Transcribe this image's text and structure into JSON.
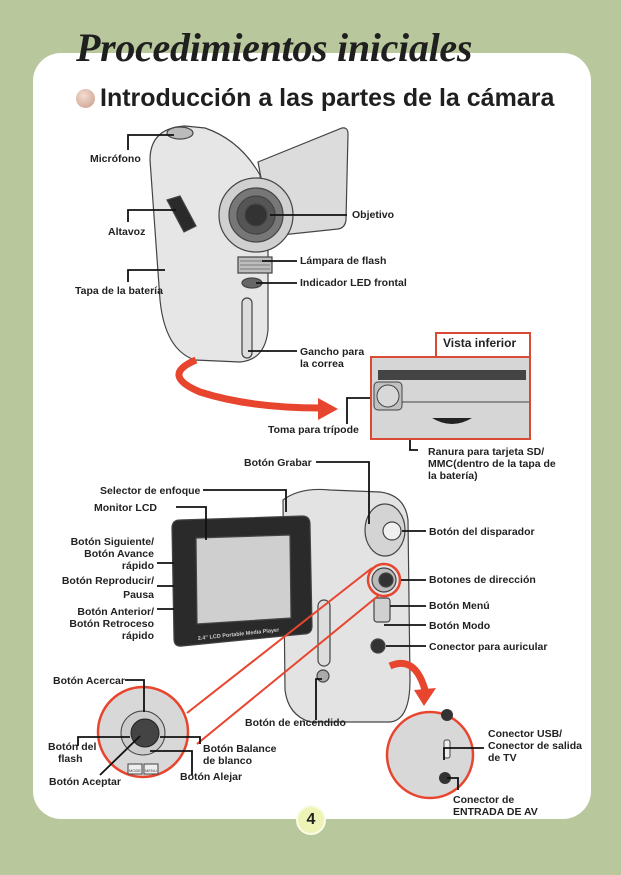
{
  "page": {
    "title": "Procedimientos iniciales",
    "section_title": "Introducción a las partes de la cámara",
    "page_number": "4"
  },
  "colors": {
    "background": "#b8c79c",
    "panel": "#ffffff",
    "accent_red": "#e8452e",
    "text": "#222222",
    "page_badge": "#eef4b6"
  },
  "top_view": {
    "labels": {
      "microfono": "Micrófono",
      "altavoz": "Altavoz",
      "tapa_bateria": "Tapa de la batería",
      "objetivo": "Objetivo",
      "lampara_flash": "Lámpara de flash",
      "led_frontal": "Indicador LED frontal",
      "gancho_1": "Gancho para",
      "gancho_2": "la correa",
      "tripode": "Toma para trípode",
      "ranura_1": "Ranura para tarjeta SD/",
      "ranura_2": "MMC(dentro de la tapa de",
      "ranura_3": "la batería)"
    },
    "vista_inferior": "Vista inferior"
  },
  "side_view": {
    "labels": {
      "grabar": "Botón Grabar",
      "enfoque": "Selector de enfoque",
      "lcd": "Monitor LCD",
      "siguiente_1": "Botón Siguiente/",
      "siguiente_2": "Botón Avance",
      "siguiente_3": "rápido",
      "reproducir_1": "Botón Reproducir/",
      "reproducir_2": "Pausa",
      "anterior_1": "Botón Anterior/",
      "anterior_2": "Botón Retroceso",
      "anterior_3": "rápido",
      "disparador": "Botón del disparador",
      "direccion": "Botones de dirección",
      "menu": "Botón Menú",
      "modo": "Botón Modo",
      "auricular": "Conector para auricular",
      "encendido": "Botón de encendido"
    },
    "lcd_caption": "2.4\" LCD Portable Media Player"
  },
  "detail_dpad": {
    "labels": {
      "acercar": "Botón Acercar",
      "flash_1": "Botón del",
      "flash_2": "flash",
      "aceptar": "Botón Aceptar",
      "balance_1": "Botón Balance",
      "balance_2": "de blanco",
      "alejar": "Botón Alejar"
    },
    "button_text": {
      "mode": "MODE",
      "menu": "MENU"
    }
  },
  "detail_ports": {
    "labels": {
      "usb_1": "Conector USB/",
      "usb_2": "Conector de salida",
      "usb_3": "de TV",
      "av_1": "Conector de",
      "av_2": "ENTRADA DE AV"
    }
  }
}
